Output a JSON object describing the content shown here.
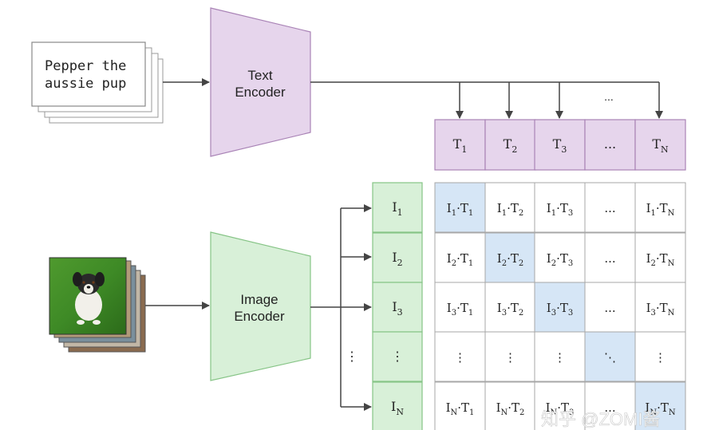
{
  "text_input": {
    "line1": "Pepper the",
    "line2": "aussie pup"
  },
  "text_encoder": {
    "line1": "Text",
    "line2": "Encoder"
  },
  "image_encoder": {
    "line1": "Image",
    "line2": "Encoder"
  },
  "top_dots": "...",
  "text_features": [
    {
      "base": "T",
      "sub": "1"
    },
    {
      "base": "T",
      "sub": "2"
    },
    {
      "base": "T",
      "sub": "3"
    },
    {
      "base": "...",
      "sub": ""
    },
    {
      "base": "T",
      "sub": "N"
    }
  ],
  "image_features": [
    {
      "base": "I",
      "sub": "1"
    },
    {
      "base": "I",
      "sub": "2"
    },
    {
      "base": "I",
      "sub": "3"
    },
    {
      "base": "⋮",
      "sub": ""
    },
    {
      "base": "I",
      "sub": "N"
    }
  ],
  "left_vdots": "⋮",
  "matrix_rows": [
    [
      "I1·T1",
      "I1·T2",
      "I1·T3",
      "...",
      "I1·TN"
    ],
    [
      "I2·T1",
      "I2·T2",
      "I2·T3",
      "...",
      "I2·TN"
    ],
    [
      "I3·T1",
      "I3·T2",
      "I3·T3",
      "...",
      "I3·TN"
    ],
    [
      "⋮",
      "⋮",
      "⋮",
      "⋱",
      "⋮"
    ],
    [
      "IN·T1",
      "IN·T2",
      "IN·T3",
      "...",
      "IN·TN"
    ]
  ],
  "watermark": "知乎 @ZOMI酱",
  "colors": {
    "text_side_fill": "#e6d5ec",
    "text_side_stroke": "#a983b6",
    "image_side_fill": "#d8f0d8",
    "image_side_stroke": "#86c486",
    "diagonal_fill": "#d6e6f6",
    "grid_stroke": "#a7a7a7",
    "arrow": "#444444"
  }
}
